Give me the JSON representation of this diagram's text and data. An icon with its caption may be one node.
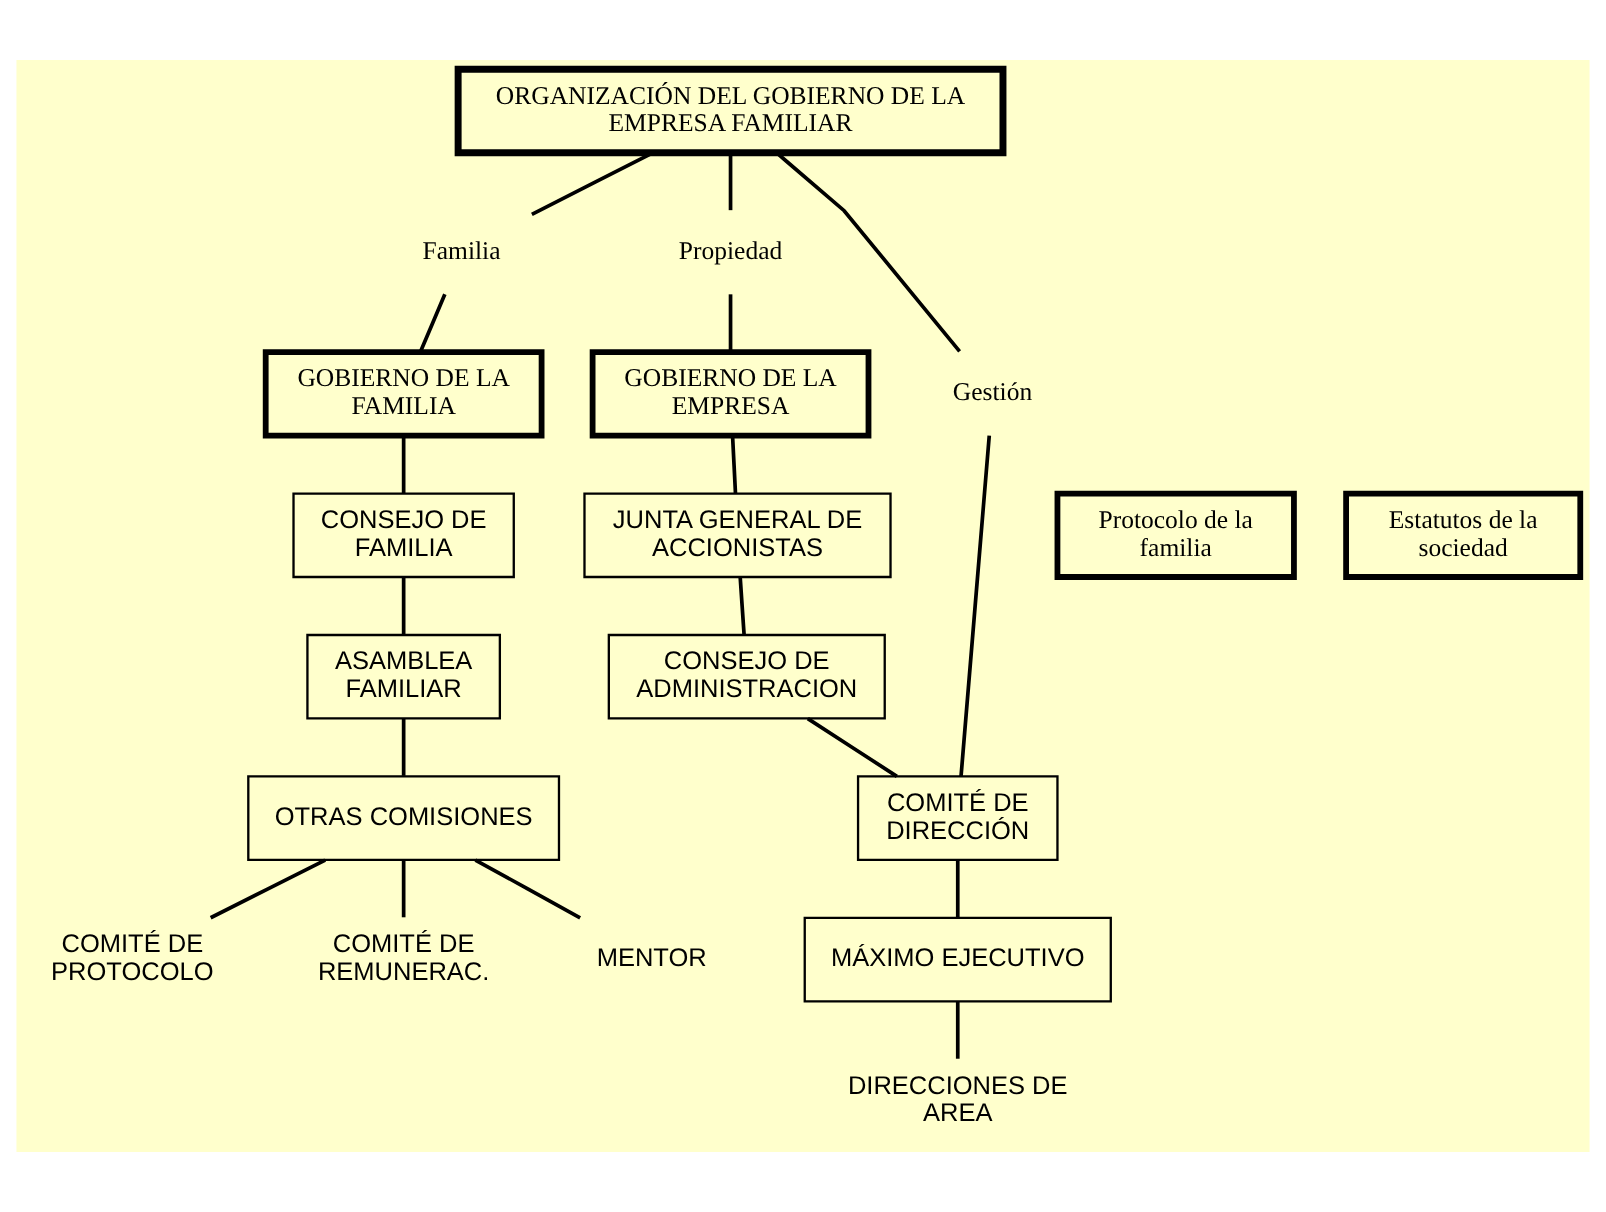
{
  "diagram": {
    "nodes": [
      {
        "text": [
          "ORGANIZACIÓN DEL GOBIERNO DE LA EMPRESA FAMILIAR"
        ]
      },
      {
        "text": [
          "Familia"
        ]
      },
      {
        "text": [
          "Propiedad"
        ]
      },
      {
        "text": [
          "Gestión"
        ]
      },
      {
        "text": [
          "GOBIERNO DE LA FAMILIA"
        ]
      },
      {
        "text": [
          "Protocolo de la familia"
        ]
      },
      {
        "text": [
          "CONSEJO DE FAMILIA"
        ]
      },
      {
        "text": [
          "ASAMBLEA FAMILIAR"
        ]
      },
      {
        "text": [
          "OTRAS COMISIONES"
        ]
      },
      {
        "text": [
          "COMITÉ DE PROTOCOLO"
        ]
      },
      {
        "text": [
          "COMITÉ DE REMUNERAC."
        ]
      },
      {
        "text": [
          "MENTOR"
        ]
      },
      {
        "text": [
          "GOBIERNO DE LA EMPRESA"
        ]
      },
      {
        "text": [
          "Estatutos de la sociedad"
        ]
      },
      {
        "text": [
          "JUNTA GENERAL DE ACCIONISTAS"
        ]
      },
      {
        "text": [
          "CONSEJO DE ADMINISTRACION"
        ]
      },
      {
        "text": [
          "COMITÉ DE DIRECCIÓN"
        ]
      },
      {
        "text": [
          "MÁXIMO EJECUTIVO"
        ]
      },
      {
        "text": [
          "DIRECCIONES DE AREA"
        ]
      }
    ],
    "edges": [
      {
        "from": 0,
        "to": 1,
        "arrow": "none"
      },
      {
        "from": 0,
        "to": 2,
        "arrow": "none"
      },
      {
        "from": 0,
        "to": 3,
        "arrow": "none"
      },
      {
        "from": 1,
        "to": 4,
        "arrow": "none"
      },
      {
        "from": 4,
        "to": 6,
        "arrow": "none"
      },
      {
        "from": 6,
        "to": 7,
        "arrow": "none"
      },
      {
        "from": 7,
        "to": 8,
        "arrow": "none"
      },
      {
        "from": 8,
        "to": 9,
        "arrow": "none"
      },
      {
        "from": 8,
        "to": 10,
        "arrow": "none"
      },
      {
        "from": 8,
        "to": 11,
        "arrow": "none"
      },
      {
        "from": 2,
        "to": 12,
        "arrow": "none"
      },
      {
        "from": 12,
        "to": 14,
        "arrow": "none"
      },
      {
        "from": 14,
        "to": 15,
        "arrow": "none"
      },
      {
        "from": 15,
        "to": 16,
        "arrow": "none"
      },
      {
        "from": 3,
        "to": 16,
        "arrow": "none"
      },
      {
        "from": 16,
        "to": 17,
        "arrow": "none"
      },
      {
        "from": 17,
        "to": 18,
        "arrow": "none"
      }
    ]
  }
}
